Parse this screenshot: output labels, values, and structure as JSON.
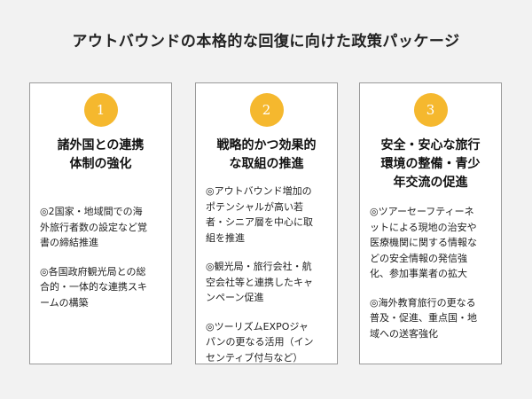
{
  "page": {
    "title": "アウトバウンドの本格的な回復に向けた政策パッケージ"
  },
  "colors": {
    "accent": "#f5b82e",
    "card_border": "#9a9a9a",
    "background": "#f2f2f2"
  },
  "cards": [
    {
      "number": "1",
      "title": [
        "諸外国との連携",
        "体制の強化"
      ],
      "items": [
        [
          "◎2国家・地域間での海",
          "外旅行者数の設定など覚",
          "書の締結推進"
        ],
        [
          "◎各国政府観光局との総",
          "合的・一体的な連携スキ",
          "ームの構築"
        ]
      ]
    },
    {
      "number": "2",
      "title": [
        "戦略的かつ効果的",
        "な取組の推進"
      ],
      "items": [
        [
          "◎アウトバウンド増加の",
          "ポテンシャルが高い若",
          "者・シニア層を中心に取",
          "組を推進"
        ],
        [
          "◎観光局・旅行会社・航",
          "空会社等と連携したキャ",
          "ンペーン促進"
        ],
        [
          "◎ツーリズムEXPOジャ",
          "パンの更なる活用（イン",
          "センティブ付与など）"
        ]
      ]
    },
    {
      "number": "3",
      "title": [
        "安全・安心な旅行",
        "環境の整備・青少",
        "年交流の促進"
      ],
      "items": [
        [
          "◎ツアーセーフティーネ",
          "ットによる現地の治安や",
          "医療機関に関する情報な",
          "どの安全情報の発信強",
          "化、参加事業者の拡大"
        ],
        [
          "◎海外教育旅行の更なる",
          "普及・促進、重点国・地",
          "域への送客強化"
        ]
      ]
    }
  ]
}
